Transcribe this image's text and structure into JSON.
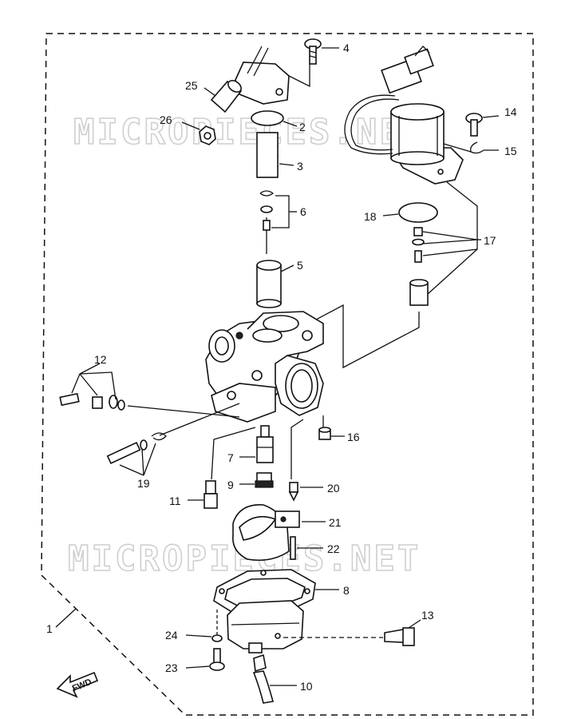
{
  "watermark": {
    "top": "MICROPIECES.NET",
    "bottom": "MICROPIECES.NET"
  },
  "fwd_label": "FWD",
  "callouts": {
    "c1": "1",
    "c2": "2",
    "c3": "3",
    "c4": "4",
    "c5": "5",
    "c6": "6",
    "c7": "7",
    "c8": "8",
    "c9": "9",
    "c10": "10",
    "c11": "11",
    "c12": "12",
    "c13": "13",
    "c14": "14",
    "c15": "15",
    "c16": "16",
    "c17": "17",
    "c18": "18",
    "c19": "19",
    "c20": "20",
    "c21": "21",
    "c22": "22",
    "c23": "23",
    "c24": "24",
    "c25": "25",
    "c26": "26"
  }
}
